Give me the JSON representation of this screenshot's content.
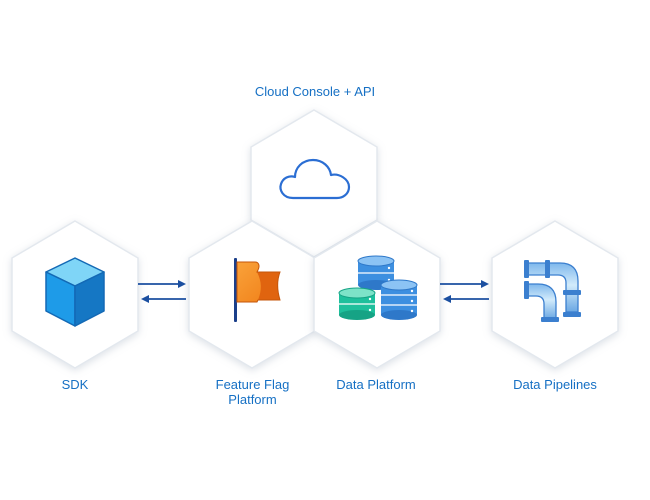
{
  "labels": {
    "cloud": "Cloud Console + API",
    "sdk": "SDK",
    "flag": "Feature Flag Platform",
    "data": "Data Platform",
    "pipelines": "Data Pipelines"
  },
  "icons": {
    "cloud": "cloud-icon",
    "sdk": "cube-icon",
    "flag": "flag-icon",
    "data": "database-icon",
    "pipelines": "pipes-icon"
  },
  "colors": {
    "label_text": "#1670c4",
    "hex_stroke": "#dde3ea",
    "arrow": "#1b4fa0",
    "cloud_stroke": "#2b6ed3",
    "cube_front": "#1e9be8",
    "cube_top": "#7fd5f7",
    "cube_side": "#1577c4",
    "flag_orange": "#f7921e",
    "flag_dark": "#e0640f",
    "db_blue": "#3d8fe0",
    "db_teal": "#1ec09c",
    "pipe_light": "#a9d5f5",
    "pipe_dark": "#3b7fcf"
  }
}
